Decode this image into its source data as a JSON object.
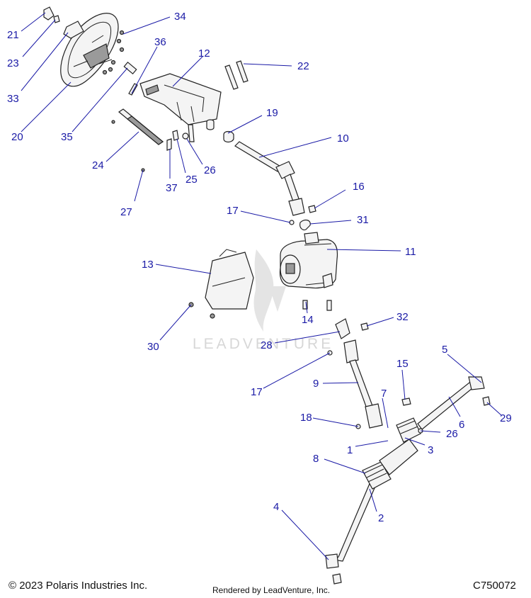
{
  "watermark": {
    "text": "LEADVENTURE"
  },
  "callouts": [
    {
      "id": "c21",
      "label": "21"
    },
    {
      "id": "c23",
      "label": "23"
    },
    {
      "id": "c33",
      "label": "33"
    },
    {
      "id": "c20",
      "label": "20"
    },
    {
      "id": "c35",
      "label": "35"
    },
    {
      "id": "c34",
      "label": "34"
    },
    {
      "id": "c36",
      "label": "36"
    },
    {
      "id": "c12",
      "label": "12"
    },
    {
      "id": "c22",
      "label": "22"
    },
    {
      "id": "c19",
      "label": "19"
    },
    {
      "id": "c10",
      "label": "10"
    },
    {
      "id": "c24",
      "label": "24"
    },
    {
      "id": "c37",
      "label": "37"
    },
    {
      "id": "c25",
      "label": "25"
    },
    {
      "id": "c26a",
      "label": "26"
    },
    {
      "id": "c27",
      "label": "27"
    },
    {
      "id": "c16",
      "label": "16"
    },
    {
      "id": "c17a",
      "label": "17"
    },
    {
      "id": "c31",
      "label": "31"
    },
    {
      "id": "c11",
      "label": "11"
    },
    {
      "id": "c13",
      "label": "13"
    },
    {
      "id": "c14",
      "label": "14"
    },
    {
      "id": "c30",
      "label": "30"
    },
    {
      "id": "c32",
      "label": "32"
    },
    {
      "id": "c28",
      "label": "28"
    },
    {
      "id": "c5",
      "label": "5"
    },
    {
      "id": "c15",
      "label": "15"
    },
    {
      "id": "c17b",
      "label": "17"
    },
    {
      "id": "c9",
      "label": "9"
    },
    {
      "id": "c7",
      "label": "7"
    },
    {
      "id": "c6",
      "label": "6"
    },
    {
      "id": "c29",
      "label": "29"
    },
    {
      "id": "c18",
      "label": "18"
    },
    {
      "id": "c26b",
      "label": "26"
    },
    {
      "id": "c1",
      "label": "1"
    },
    {
      "id": "c3",
      "label": "3"
    },
    {
      "id": "c8",
      "label": "8"
    },
    {
      "id": "c2",
      "label": "2"
    },
    {
      "id": "c4",
      "label": "4"
    }
  ],
  "footer": {
    "copyright": "© 2023 Polaris Industries Inc.",
    "rendered_by": "Rendered by LeadVenture, Inc.",
    "figure_number": "C750072"
  }
}
